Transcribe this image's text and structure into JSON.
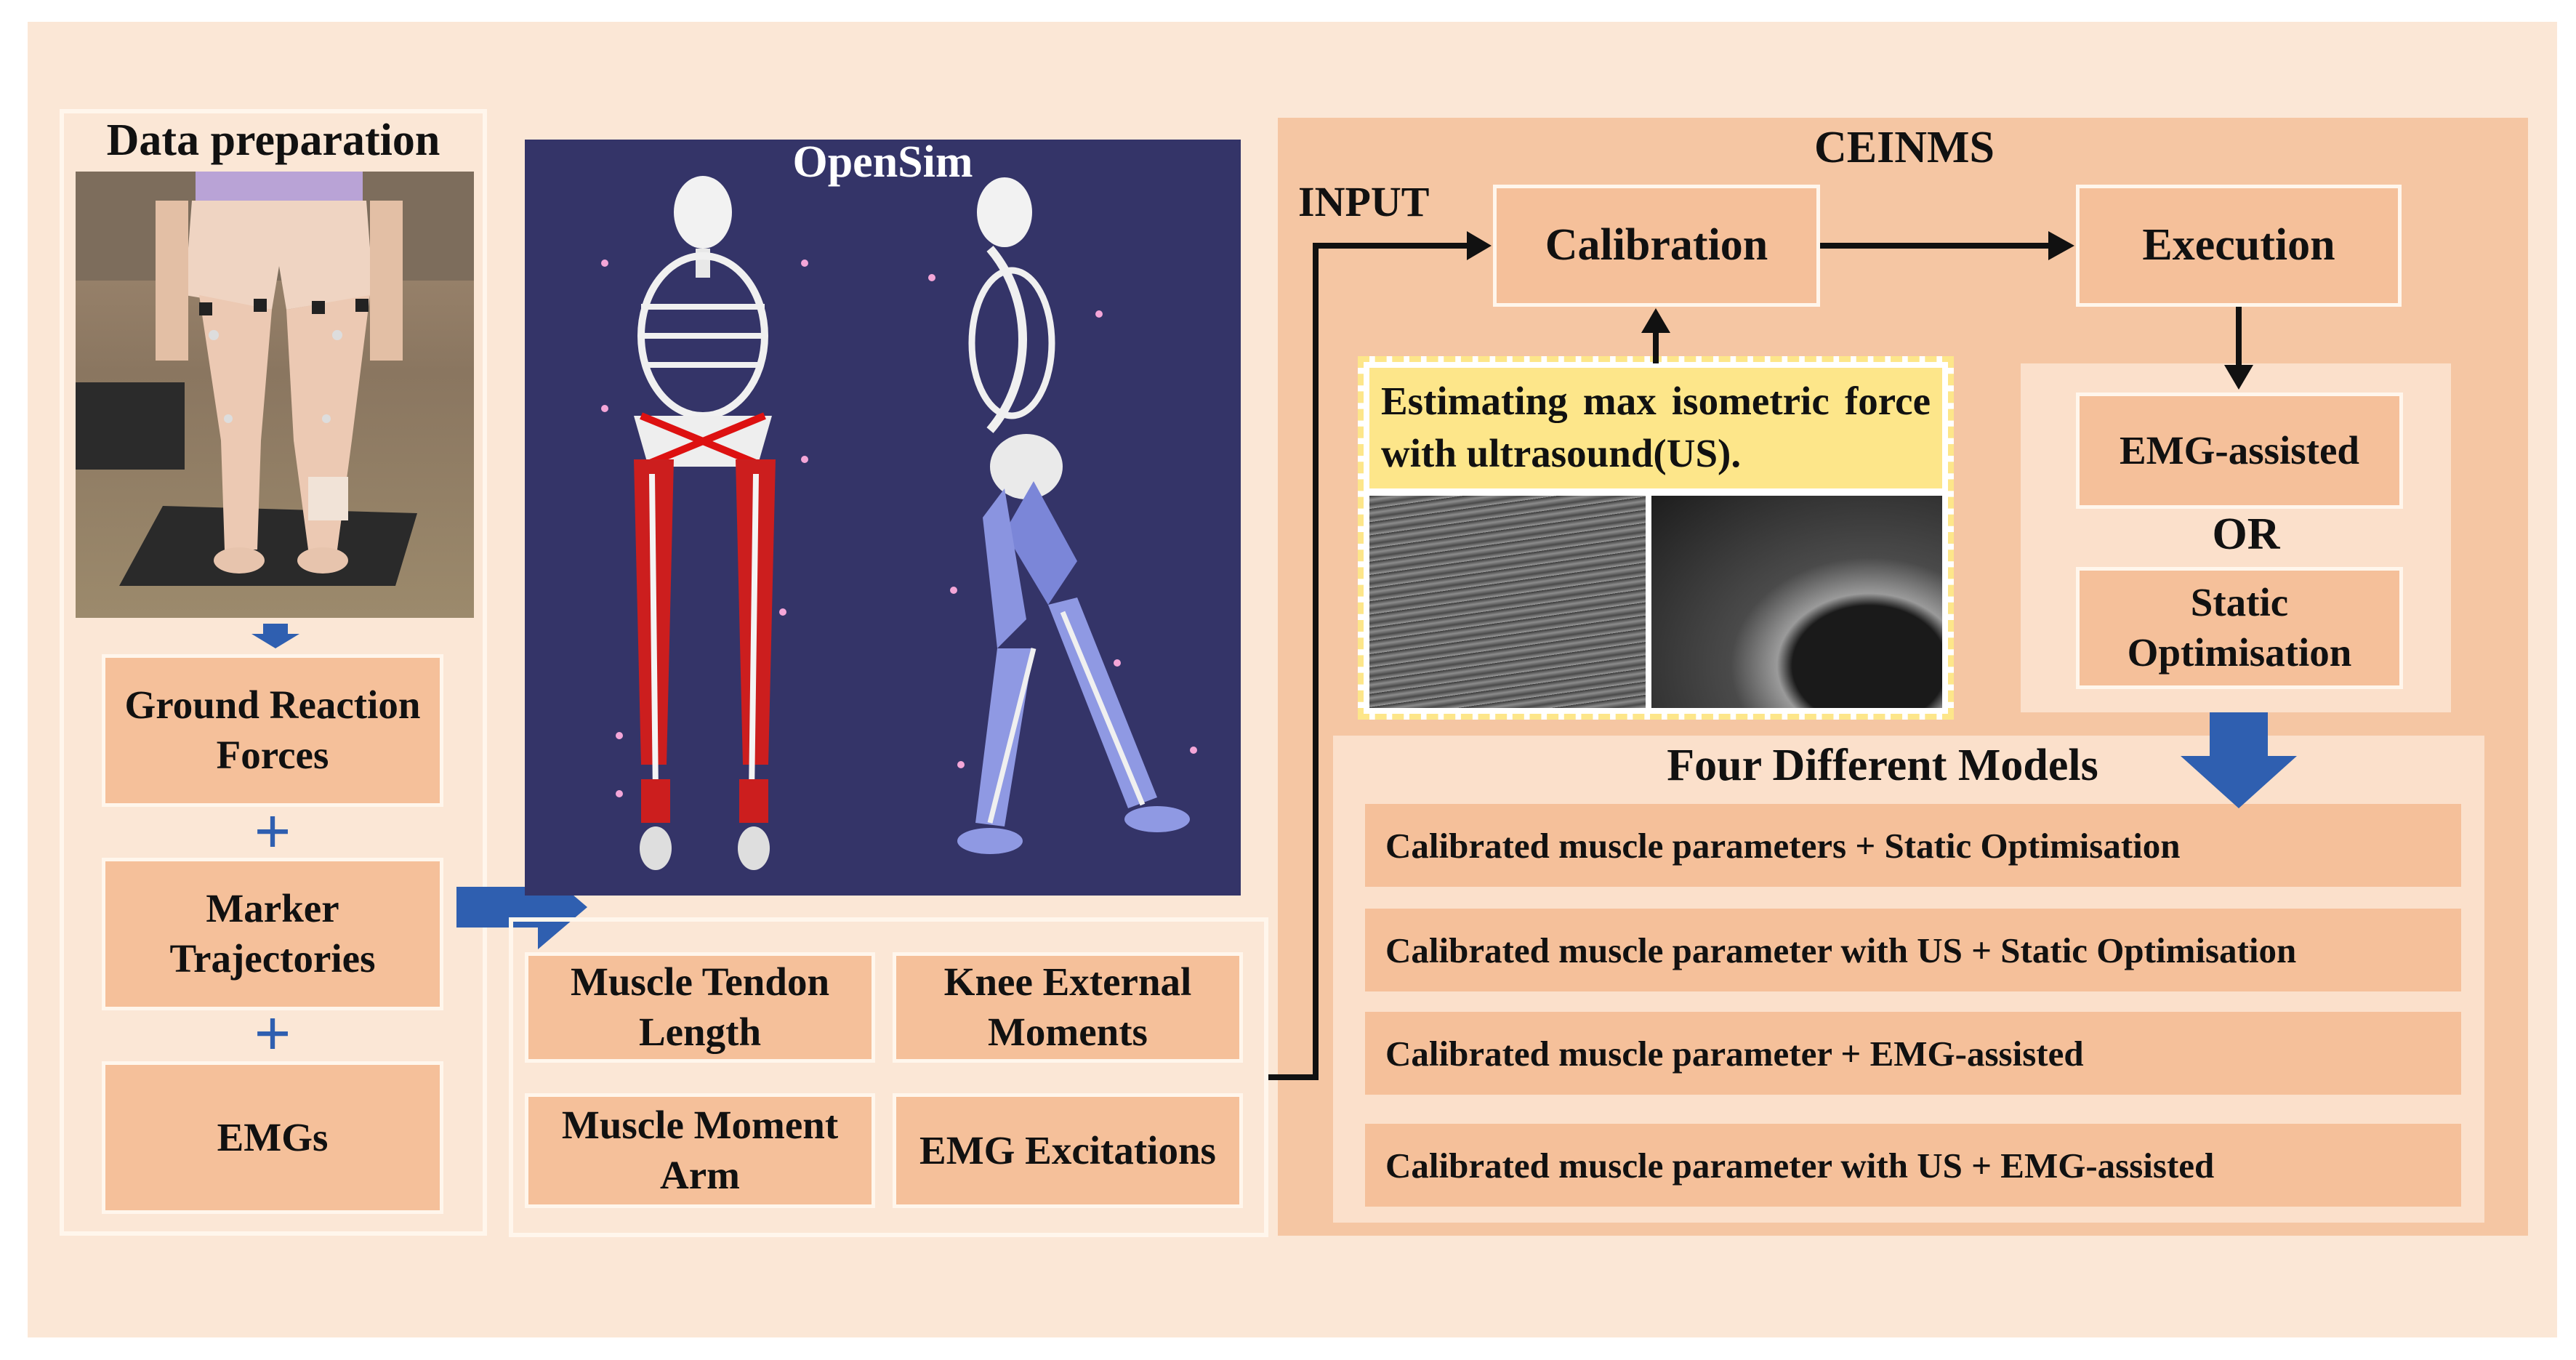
{
  "data_preparation": {
    "title": "Data preparation",
    "inputs": [
      "Ground Reaction Forces",
      "Marker Trajectories",
      "EMGs"
    ],
    "plus": "+"
  },
  "opensim": {
    "title": "OpenSim",
    "outputs": [
      "Muscle Tendon Length",
      "Knee External Moments",
      "Muscle Moment Arm",
      "EMG Excitations"
    ]
  },
  "ceinms": {
    "title": "CEINMS",
    "input_label": "INPUT",
    "calibration": "Calibration",
    "execution": "Execution",
    "ultrasound_note": "Estimating max isometric force with ultrasound(US).",
    "option_a": "EMG-assisted",
    "or": "OR",
    "option_b": "Static Optimisation"
  },
  "models": {
    "title": "Four Different Models",
    "items": [
      "Calibrated muscle parameters + Static Optimisation",
      "Calibrated muscle parameter with US + Static Optimisation",
      "Calibrated muscle parameter  + EMG-assisted",
      "Calibrated muscle parameter with US + EMG-assisted"
    ]
  },
  "colors": {
    "background": "#fbe7d6",
    "box": "#f5c09a",
    "arrow_blue": "#2f5fb0",
    "opensim_bg": "#343468",
    "highlight_yellow": "#fde68a"
  }
}
